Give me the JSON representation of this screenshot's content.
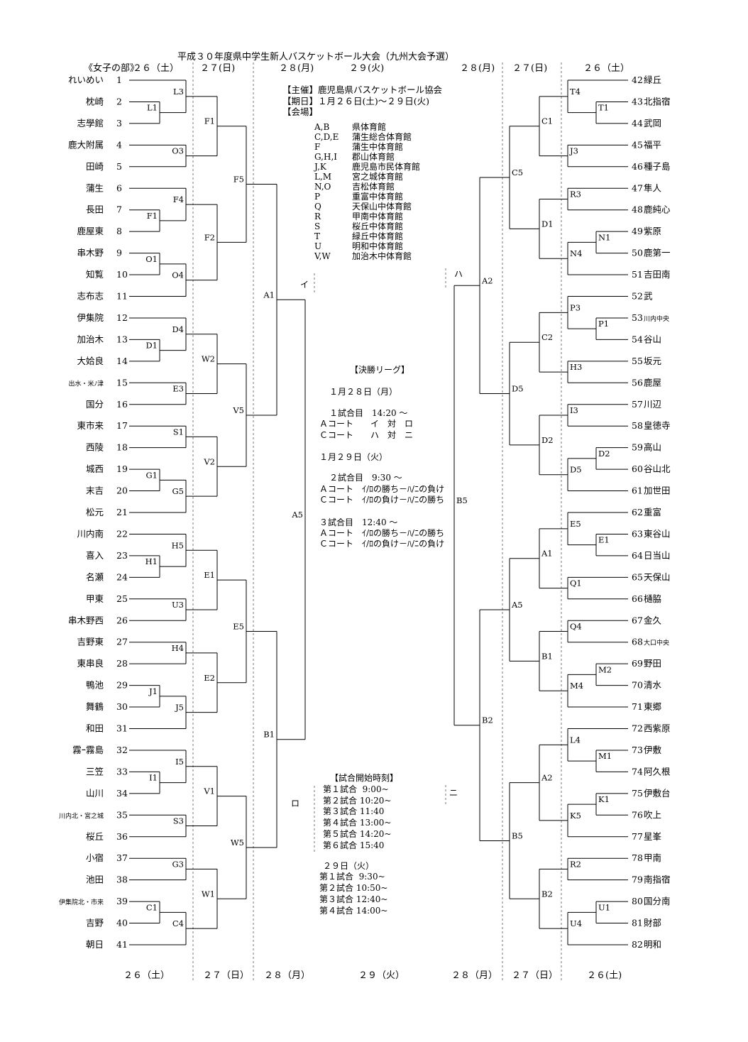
{
  "title": "平成３０年度県中学生新人バスケットボール大会（九州大会予選）",
  "division": "《女子の部》",
  "date_headers": {
    "top_left": [
      "２６（土）",
      "２７(日)",
      "２８(月)",
      "２９(火)"
    ],
    "top_right": [
      "２８(月)",
      "２７(日)",
      "２６（土）"
    ],
    "bottom": [
      "２６（土）",
      "２７（日）",
      "２８（月）",
      "２９（火）",
      "２８（月）",
      "２７（日）",
      "２６(土)"
    ]
  },
  "info": {
    "organizer": "【主催】鹿児島県バスケットボール協会",
    "period": "【期日】１月２６日(土)～２９日(火)",
    "venue_heading": "【会場】",
    "venues": [
      {
        "code": "A,B",
        "name": "県体育館"
      },
      {
        "code": "C,D,E",
        "name": "蒲生総合体育館"
      },
      {
        "code": "F",
        "name": "蒲生中体育館"
      },
      {
        "code": "G,H,I",
        "name": "郡山体育館"
      },
      {
        "code": "J,K",
        "name": "鹿児島市民体育館"
      },
      {
        "code": "L,M",
        "name": "宮之城体育館"
      },
      {
        "code": "N,O",
        "name": "吉松体育館"
      },
      {
        "code": "P",
        "name": "重富中体育館"
      },
      {
        "code": "Q",
        "name": "天保山中体育館"
      },
      {
        "code": "R",
        "name": "甲南中体育館"
      },
      {
        "code": "S",
        "name": "桜丘中体育館"
      },
      {
        "code": "T",
        "name": "緑丘中体育館"
      },
      {
        "code": "U",
        "name": "明和中体育館"
      },
      {
        "code": "V,W",
        "name": "加治木中体育館"
      }
    ]
  },
  "final_league": {
    "heading": "【決勝リーグ】",
    "day1": "１月２８日（月）",
    "game1_title": "１試合目　14:20 ～",
    "game1_lines": [
      "Ａコート　　イ　対　ロ",
      "Ｃコート　　ハ　対　ニ"
    ],
    "day2": "１月２９日（火）",
    "game2_title": "２試合目　9:30 ～",
    "game2_lines": [
      "Ａコート　ｲ/ﾛの勝ち－ﾊ/ﾆの負け",
      "Ｃコート　ｲ/ﾛの負け－ﾊ/ﾆの勝ち"
    ],
    "game3_title": "３試合目　12:40 ～",
    "game3_lines": [
      "Ａコート　ｲ/ﾛの勝ち－ﾊ/ﾆの勝ち",
      "Ｃコート　ｲ/ﾛの負け－ﾊ/ﾆの負け"
    ]
  },
  "schedule": {
    "heading": "【試合開始時刻】",
    "day_a_lines": [
      "第１試合  9:00~",
      "第２試合 10:20~",
      "第３試合 11:40",
      "第４試合 13:00~",
      "第５試合 14:20~",
      "第６試合 15:40"
    ],
    "day_b_heading": "２９日（火）",
    "day_b_lines": [
      "第１試合  9:30~",
      "第２試合 10:50~",
      "第３試合 12:40~",
      "第４試合 14:00~"
    ]
  },
  "block_labels": [
    "イ",
    "ロ",
    "ハ",
    "ニ"
  ],
  "left_teams": [
    "れいめい",
    "枕崎",
    "志學館",
    "鹿大附属",
    "田崎",
    "蒲生",
    "長田",
    "鹿屋東",
    "串木野",
    "知覧",
    "志布志",
    "伊集院",
    "加治木",
    "大姶良",
    "出水・米ﾉ津",
    "国分",
    "東市来",
    "西陵",
    "城西",
    "末吉",
    "松元",
    "川内南",
    "喜入",
    "名瀬",
    "甲東",
    "串木野西",
    "吉野東",
    "東串良",
    "鴨池",
    "舞鶴",
    "和田",
    "霧ｰ霧島",
    "三笠",
    "山川",
    "川内北・宮之城",
    "桜丘",
    "小宿",
    "池田",
    "伊集院北・市来",
    "吉野",
    "朝日"
  ],
  "right_teams": [
    "緑丘",
    "北指宿",
    "武岡",
    "福平",
    "種子島",
    "隼人",
    "鹿純心",
    "紫原",
    "鹿第一",
    "吉田南",
    "武",
    "川内中央",
    "谷山",
    "坂元",
    "鹿屋",
    "川辺",
    "皇徳寺",
    "高山",
    "谷山北",
    "加世田",
    "重富",
    "東谷山",
    "日当山",
    "天保山",
    "樋脇",
    "金久",
    "大口中央",
    "野田",
    "清水",
    "東郷",
    "西紫原",
    "伊敷",
    "阿久根",
    "伊敷台",
    "吹上",
    "星峯",
    "甲南",
    "南指宿",
    "国分南",
    "財部",
    "明和"
  ],
  "left_matches": {
    "r1": [
      {
        "rows": [
          2,
          3
        ],
        "label": "L1"
      },
      {
        "rows": [
          7,
          8
        ],
        "label": "F1"
      },
      {
        "rows": [
          9,
          10
        ],
        "label": "O1"
      },
      {
        "rows": [
          13,
          14
        ],
        "label": "D1"
      },
      {
        "rows": [
          19,
          20
        ],
        "label": "G1"
      },
      {
        "rows": [
          23,
          24
        ],
        "label": "H1"
      },
      {
        "rows": [
          29,
          30
        ],
        "label": "J1"
      },
      {
        "rows": [
          33,
          34
        ],
        "label": "I1"
      },
      {
        "rows": [
          39,
          40
        ],
        "label": "C1"
      }
    ],
    "r2": [
      {
        "rows": [
          1,
          "L1"
        ],
        "label": "L3"
      },
      {
        "rows": [
          4,
          5
        ],
        "label": "O3"
      },
      {
        "rows": [
          6,
          "F1"
        ],
        "label": "F4"
      },
      {
        "rows": [
          "O1",
          11
        ],
        "label": "O4"
      },
      {
        "rows": [
          12,
          "D1"
        ],
        "label": "D4"
      },
      {
        "rows": [
          15,
          16
        ],
        "label": "E3"
      },
      {
        "rows": [
          17,
          18
        ],
        "label": "S1"
      },
      {
        "rows": [
          "G1",
          21
        ],
        "label": "G5"
      },
      {
        "rows": [
          22,
          "H1"
        ],
        "label": "H5"
      },
      {
        "rows": [
          25,
          26
        ],
        "label": "U3"
      },
      {
        "rows": [
          27,
          28
        ],
        "label": "H4"
      },
      {
        "rows": [
          "J1",
          31
        ],
        "label": "J5"
      },
      {
        "rows": [
          32,
          "I1"
        ],
        "label": "I5"
      },
      {
        "rows": [
          35,
          36
        ],
        "label": "S3"
      },
      {
        "rows": [
          37,
          38
        ],
        "label": "G3"
      },
      {
        "rows": [
          "C1",
          41
        ],
        "label": "C4"
      }
    ],
    "r3": [
      {
        "rows": [
          "L3",
          "O3"
        ],
        "label": "F1"
      },
      {
        "rows": [
          "F4",
          "O4"
        ],
        "label": "F2"
      },
      {
        "rows": [
          "D4",
          "E3"
        ],
        "label": "W2"
      },
      {
        "rows": [
          "S1",
          "G5"
        ],
        "label": "V2"
      },
      {
        "rows": [
          "H5",
          "U3"
        ],
        "label": "E1"
      },
      {
        "rows": [
          "H4",
          "J5"
        ],
        "label": "E2"
      },
      {
        "rows": [
          "I5",
          "S3"
        ],
        "label": "V1"
      },
      {
        "rows": [
          "G3",
          "C4"
        ],
        "label": "W1"
      }
    ],
    "r4": [
      {
        "rows": [
          "F1",
          "F2"
        ],
        "label": "F5"
      },
      {
        "rows": [
          "W2",
          "V2"
        ],
        "label": "V5"
      },
      {
        "rows": [
          "E1",
          "E2"
        ],
        "label": "E5"
      },
      {
        "rows": [
          "V1",
          "W1"
        ],
        "label": "W5"
      }
    ],
    "r5": [
      {
        "rows": [
          "F5",
          "V5"
        ],
        "label": "A1"
      },
      {
        "rows": [
          "E5",
          "W5"
        ],
        "label": "B1"
      }
    ],
    "r6": [
      {
        "rows": [
          "A1",
          "B1"
        ],
        "label": "A5"
      }
    ]
  },
  "right_matches": {
    "r1": [
      {
        "rows": [
          2,
          3
        ],
        "label": "T1"
      },
      {
        "rows": [
          8,
          9
        ],
        "label": "N1"
      },
      {
        "rows": [
          12,
          13
        ],
        "label": "P1"
      },
      {
        "rows": [
          18,
          19
        ],
        "label": "D2"
      },
      {
        "rows": [
          22,
          23
        ],
        "label": "E1"
      },
      {
        "rows": [
          28,
          29
        ],
        "label": "M2"
      },
      {
        "rows": [
          32,
          33
        ],
        "label": "M1"
      },
      {
        "rows": [
          34,
          35
        ],
        "label": "K1"
      },
      {
        "rows": [
          39,
          40
        ],
        "label": "U1"
      }
    ],
    "r2": [
      {
        "rows": [
          1,
          "T1"
        ],
        "label": "T4"
      },
      {
        "rows": [
          4,
          5
        ],
        "label": "J3"
      },
      {
        "rows": [
          6,
          7
        ],
        "label": "R3"
      },
      {
        "rows": [
          "N1",
          10
        ],
        "label": "N4"
      },
      {
        "rows": [
          11,
          "P1"
        ],
        "label": "P3"
      },
      {
        "rows": [
          14,
          15
        ],
        "label": "H3"
      },
      {
        "rows": [
          16,
          17
        ],
        "label": "I3"
      },
      {
        "rows": [
          "D2",
          20
        ],
        "label": "D5"
      },
      {
        "rows": [
          21,
          "E1"
        ],
        "label": "E5"
      },
      {
        "rows": [
          24,
          25
        ],
        "label": "Q1"
      },
      {
        "rows": [
          26,
          27
        ],
        "label": "Q4"
      },
      {
        "rows": [
          "M2",
          30
        ],
        "label": "M4"
      },
      {
        "rows": [
          31,
          "M1"
        ],
        "label": "L4"
      },
      {
        "rows": [
          "K1",
          36
        ],
        "label": "K5"
      },
      {
        "rows": [
          37,
          38
        ],
        "label": "R2"
      },
      {
        "rows": [
          "U1",
          41
        ],
        "label": "U4"
      }
    ],
    "r3": [
      {
        "rows": [
          "T4",
          "J3"
        ],
        "label": "C1"
      },
      {
        "rows": [
          "R3",
          "N4"
        ],
        "label": "D1"
      },
      {
        "rows": [
          "P3",
          "H3"
        ],
        "label": "C2"
      },
      {
        "rows": [
          "I3",
          "D5"
        ],
        "label": "D2"
      },
      {
        "rows": [
          "E5",
          "Q1"
        ],
        "label": "A1"
      },
      {
        "rows": [
          "Q4",
          "M4"
        ],
        "label": "B1"
      },
      {
        "rows": [
          "L4",
          "K5"
        ],
        "label": "A2"
      },
      {
        "rows": [
          "R2",
          "U4"
        ],
        "label": "B2"
      }
    ],
    "r4": [
      {
        "rows": [
          "C1",
          "D1"
        ],
        "label": "C5"
      },
      {
        "rows": [
          "C2",
          "D2"
        ],
        "label": "D5"
      },
      {
        "rows": [
          "A1",
          "B1"
        ],
        "label": "A5"
      },
      {
        "rows": [
          "A2",
          "B2"
        ],
        "label": "B5"
      }
    ],
    "r5": [
      {
        "rows": [
          "C5",
          "D5"
        ],
        "label": "A2"
      },
      {
        "rows": [
          "A5",
          "B5"
        ],
        "label": "B2"
      }
    ],
    "r6": [
      {
        "rows": [
          "A2",
          "B2"
        ],
        "label": "B5"
      }
    ]
  }
}
